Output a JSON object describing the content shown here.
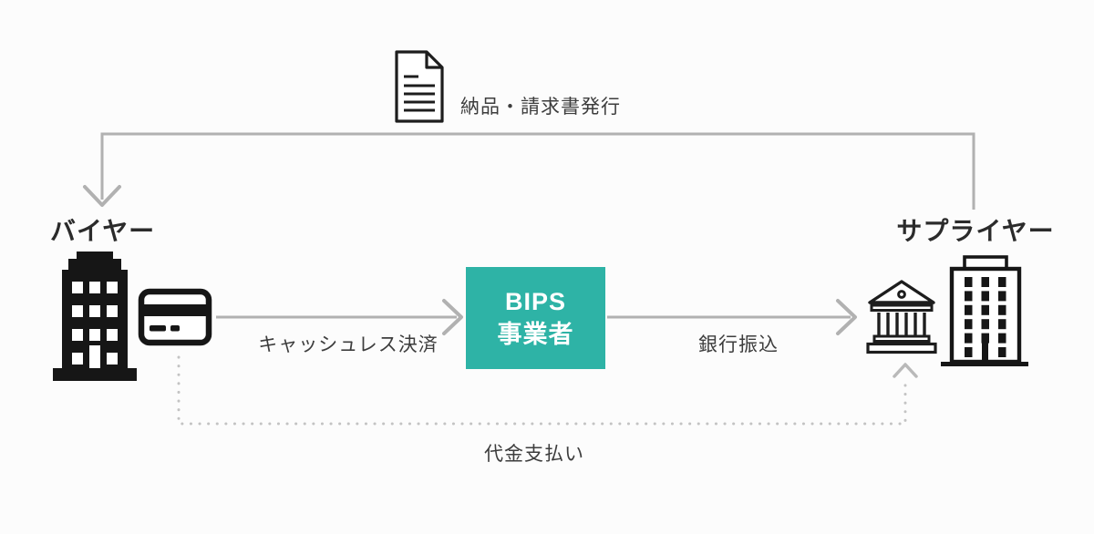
{
  "diagram": {
    "colors": {
      "accent_teal": "#2eb3a6",
      "connector_gray": "#b1b1b1",
      "dotted_gray": "#c3c3c3",
      "icon_black": "#161616",
      "label_text": "#3d3d3d",
      "heading_text": "#2b2b2b",
      "background": "#fcfcfc"
    },
    "invoice_flow": {
      "label": "納品・請求書発行",
      "icon": "document-icon"
    },
    "buyer": {
      "label": "バイヤー",
      "icons": [
        "office-building-icon",
        "credit-card-icon"
      ]
    },
    "bips": {
      "line1": "BIPS",
      "line2": "事業者"
    },
    "supplier": {
      "label": "サプライヤー",
      "icons": [
        "bank-icon",
        "office-tower-icon"
      ]
    },
    "flows": {
      "cashless_payment": {
        "label": "キャッシュレス決済"
      },
      "bank_transfer": {
        "label": "銀行振込"
      },
      "payment": {
        "label": "代金支払い"
      }
    }
  }
}
